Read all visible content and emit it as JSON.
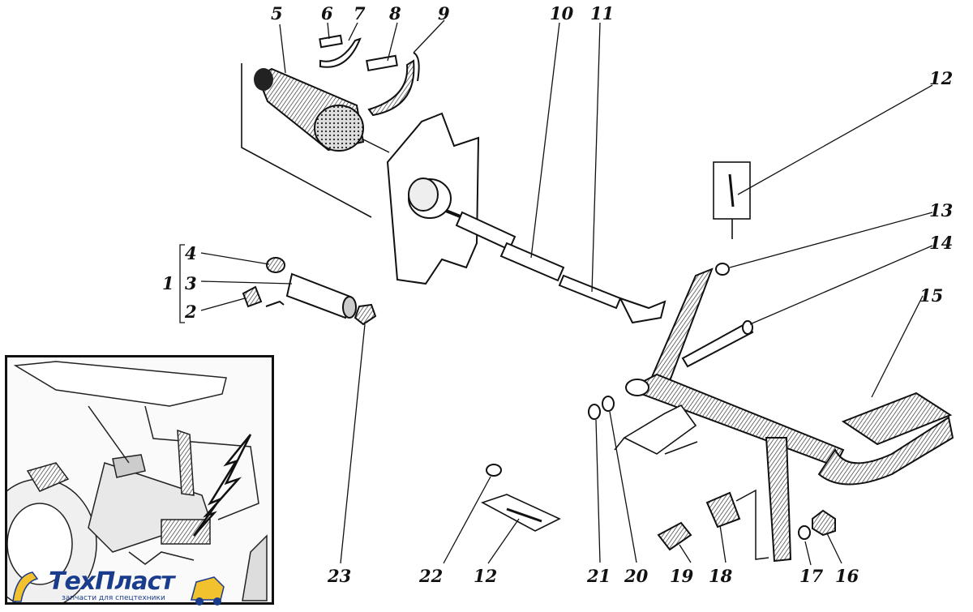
{
  "callouts": {
    "n1": "1",
    "n2": "2",
    "n3": "3",
    "n4": "4",
    "n5": "5",
    "n6": "6",
    "n7": "7",
    "n8": "8",
    "n9": "9",
    "n10": "10",
    "n11": "11",
    "n12a": "12",
    "n12b": "12",
    "n13": "13",
    "n14": "14",
    "n15": "15",
    "n16": "16",
    "n17": "17",
    "n18": "18",
    "n19": "19",
    "n20": "20",
    "n21": "21",
    "n22": "22",
    "n23": "23"
  },
  "logo": {
    "name": "ТехПласт",
    "tagline": "запчасти для спецтехники"
  },
  "colors": {
    "ink": "#111111",
    "logo_blue": "#1a3c8c",
    "logo_yellow": "#f2c12e"
  }
}
